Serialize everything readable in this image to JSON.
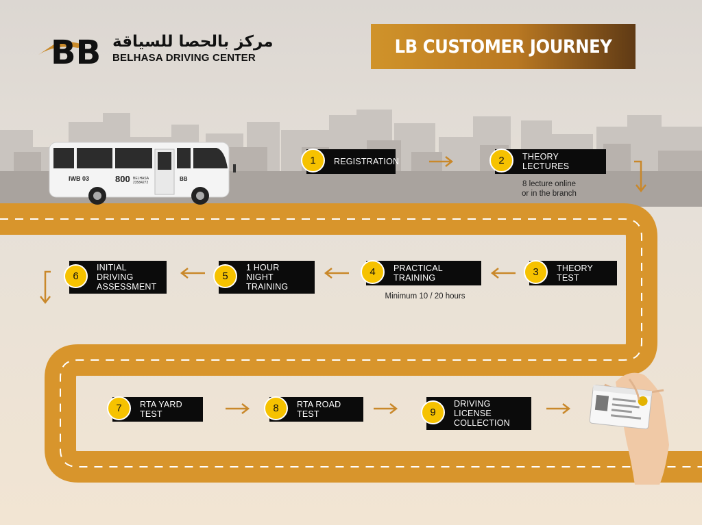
{
  "brand": {
    "name_arabic": "مركز بالحصا للسياقة",
    "name_english": "BELHASA DRIVING CENTER",
    "logo_text": "BB",
    "color_gold": "#d8952c",
    "color_black": "#0b0b0b",
    "color_badge": "#f6c200"
  },
  "header": {
    "title": "LB CUSTOMER JOURNEY"
  },
  "bus": {
    "id": "IWB 03",
    "phone": "800",
    "phone_small": "BELHASA\n23584272",
    "logo": "BB"
  },
  "steps": [
    {
      "number": "1",
      "label": "REGISTRATION"
    },
    {
      "number": "2",
      "label": "THEORY LECTURES"
    },
    {
      "number": "3",
      "label": "THEORY TEST"
    },
    {
      "number": "4",
      "label": "PRACTICAL TRAINING"
    },
    {
      "number": "5",
      "label": "1 HOUR\nNIGHT TRAINING"
    },
    {
      "number": "6",
      "label": "INITIAL DRIVING\nASSESSMENT"
    },
    {
      "number": "7",
      "label": "RTA YARD TEST"
    },
    {
      "number": "8",
      "label": "RTA ROAD TEST"
    },
    {
      "number": "9",
      "label": "DRIVING LICENSE\nCOLLECTION"
    }
  ],
  "notes": {
    "theory_lectures": "8 lecture online\nor in the branch",
    "practical_training": "Minimum 10 / 20 hours"
  },
  "icons": {
    "arrow": "arrow-icon",
    "license": "license-card-icon"
  }
}
